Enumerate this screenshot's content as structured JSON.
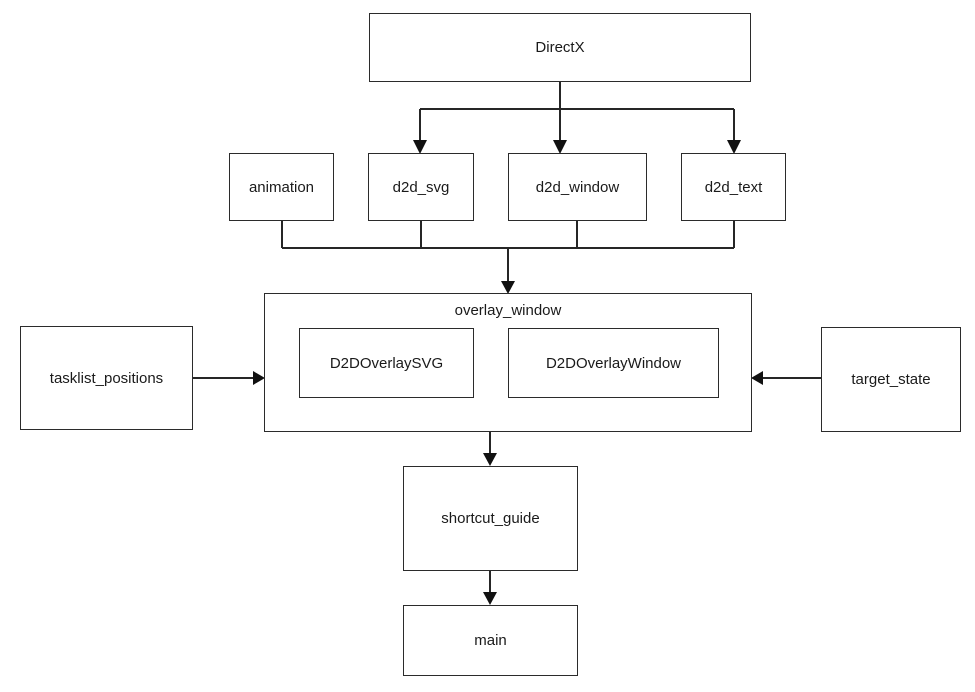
{
  "diagram": {
    "nodes": {
      "directx": {
        "label": "DirectX"
      },
      "animation": {
        "label": "animation"
      },
      "d2d_svg": {
        "label": "d2d_svg"
      },
      "d2d_window": {
        "label": "d2d_window"
      },
      "d2d_text": {
        "label": "d2d_text"
      },
      "overlay_window": {
        "label": "overlay_window"
      },
      "d2d_overlay_svg": {
        "label": "D2DOverlaySVG"
      },
      "d2d_overlay_window": {
        "label": "D2DOverlayWindow"
      },
      "tasklist_positions": {
        "label": "tasklist_positions"
      },
      "target_state": {
        "label": "target_state"
      },
      "shortcut_guide": {
        "label": "shortcut_guide"
      },
      "main": {
        "label": "main"
      }
    },
    "edges": [
      {
        "from": "DirectX",
        "to": "d2d_svg"
      },
      {
        "from": "DirectX",
        "to": "d2d_window"
      },
      {
        "from": "DirectX",
        "to": "d2d_text"
      },
      {
        "from": "animation",
        "to": "overlay_window"
      },
      {
        "from": "d2d_svg",
        "to": "overlay_window"
      },
      {
        "from": "d2d_window",
        "to": "overlay_window"
      },
      {
        "from": "d2d_text",
        "to": "overlay_window"
      },
      {
        "from": "tasklist_positions",
        "to": "overlay_window"
      },
      {
        "from": "target_state",
        "to": "overlay_window"
      },
      {
        "from": "overlay_window",
        "to": "shortcut_guide"
      },
      {
        "from": "shortcut_guide",
        "to": "main"
      }
    ],
    "colors": {
      "background": "#ffffff",
      "line": "#262626",
      "arrowhead": "#111111",
      "node_border": "#2b2b2b",
      "node_fill": "#ffffff",
      "text": "#1a1a1a"
    }
  }
}
